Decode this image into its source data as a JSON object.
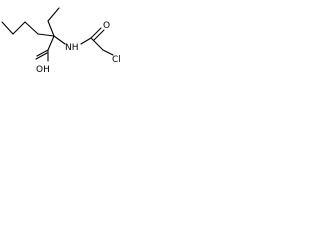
{
  "molecule": {
    "labels": {
      "nh": "NH",
      "oh": "OH",
      "o": "O",
      "cl": "Cl"
    }
  }
}
